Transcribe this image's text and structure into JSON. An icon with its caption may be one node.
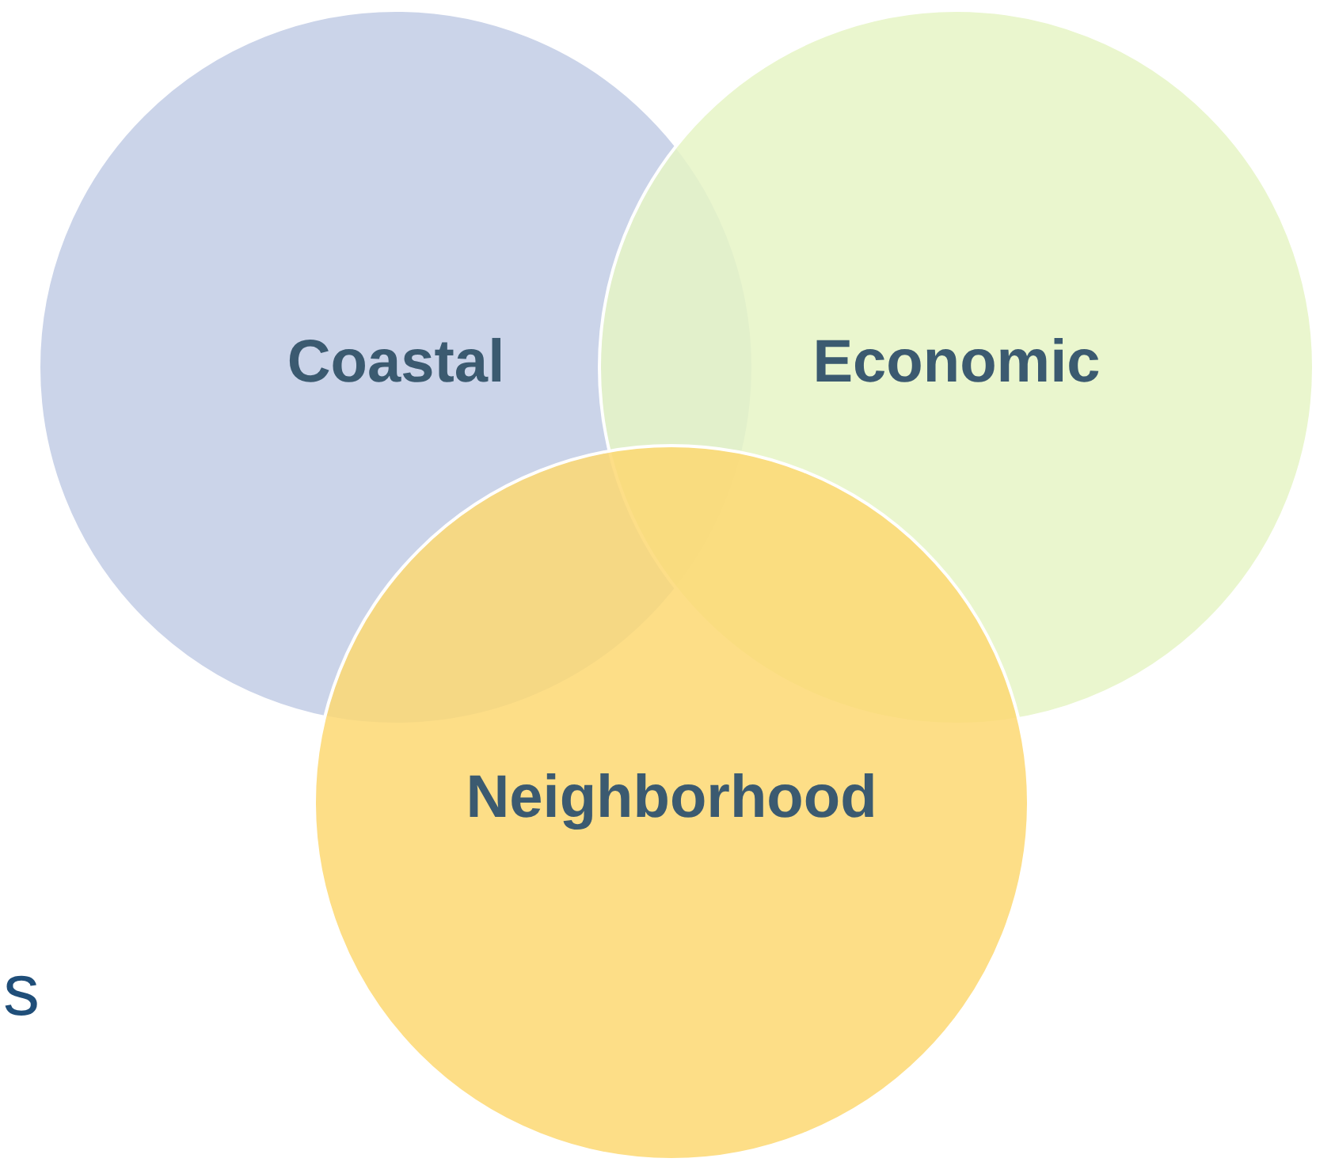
{
  "diagram": {
    "nodes": [
      {
        "text": [
          "Coastal"
        ]
      },
      {
        "text": [
          "Economic"
        ]
      },
      {
        "text": [
          "Neighborhood"
        ]
      }
    ],
    "labels": [
      "s"
    ]
  }
}
